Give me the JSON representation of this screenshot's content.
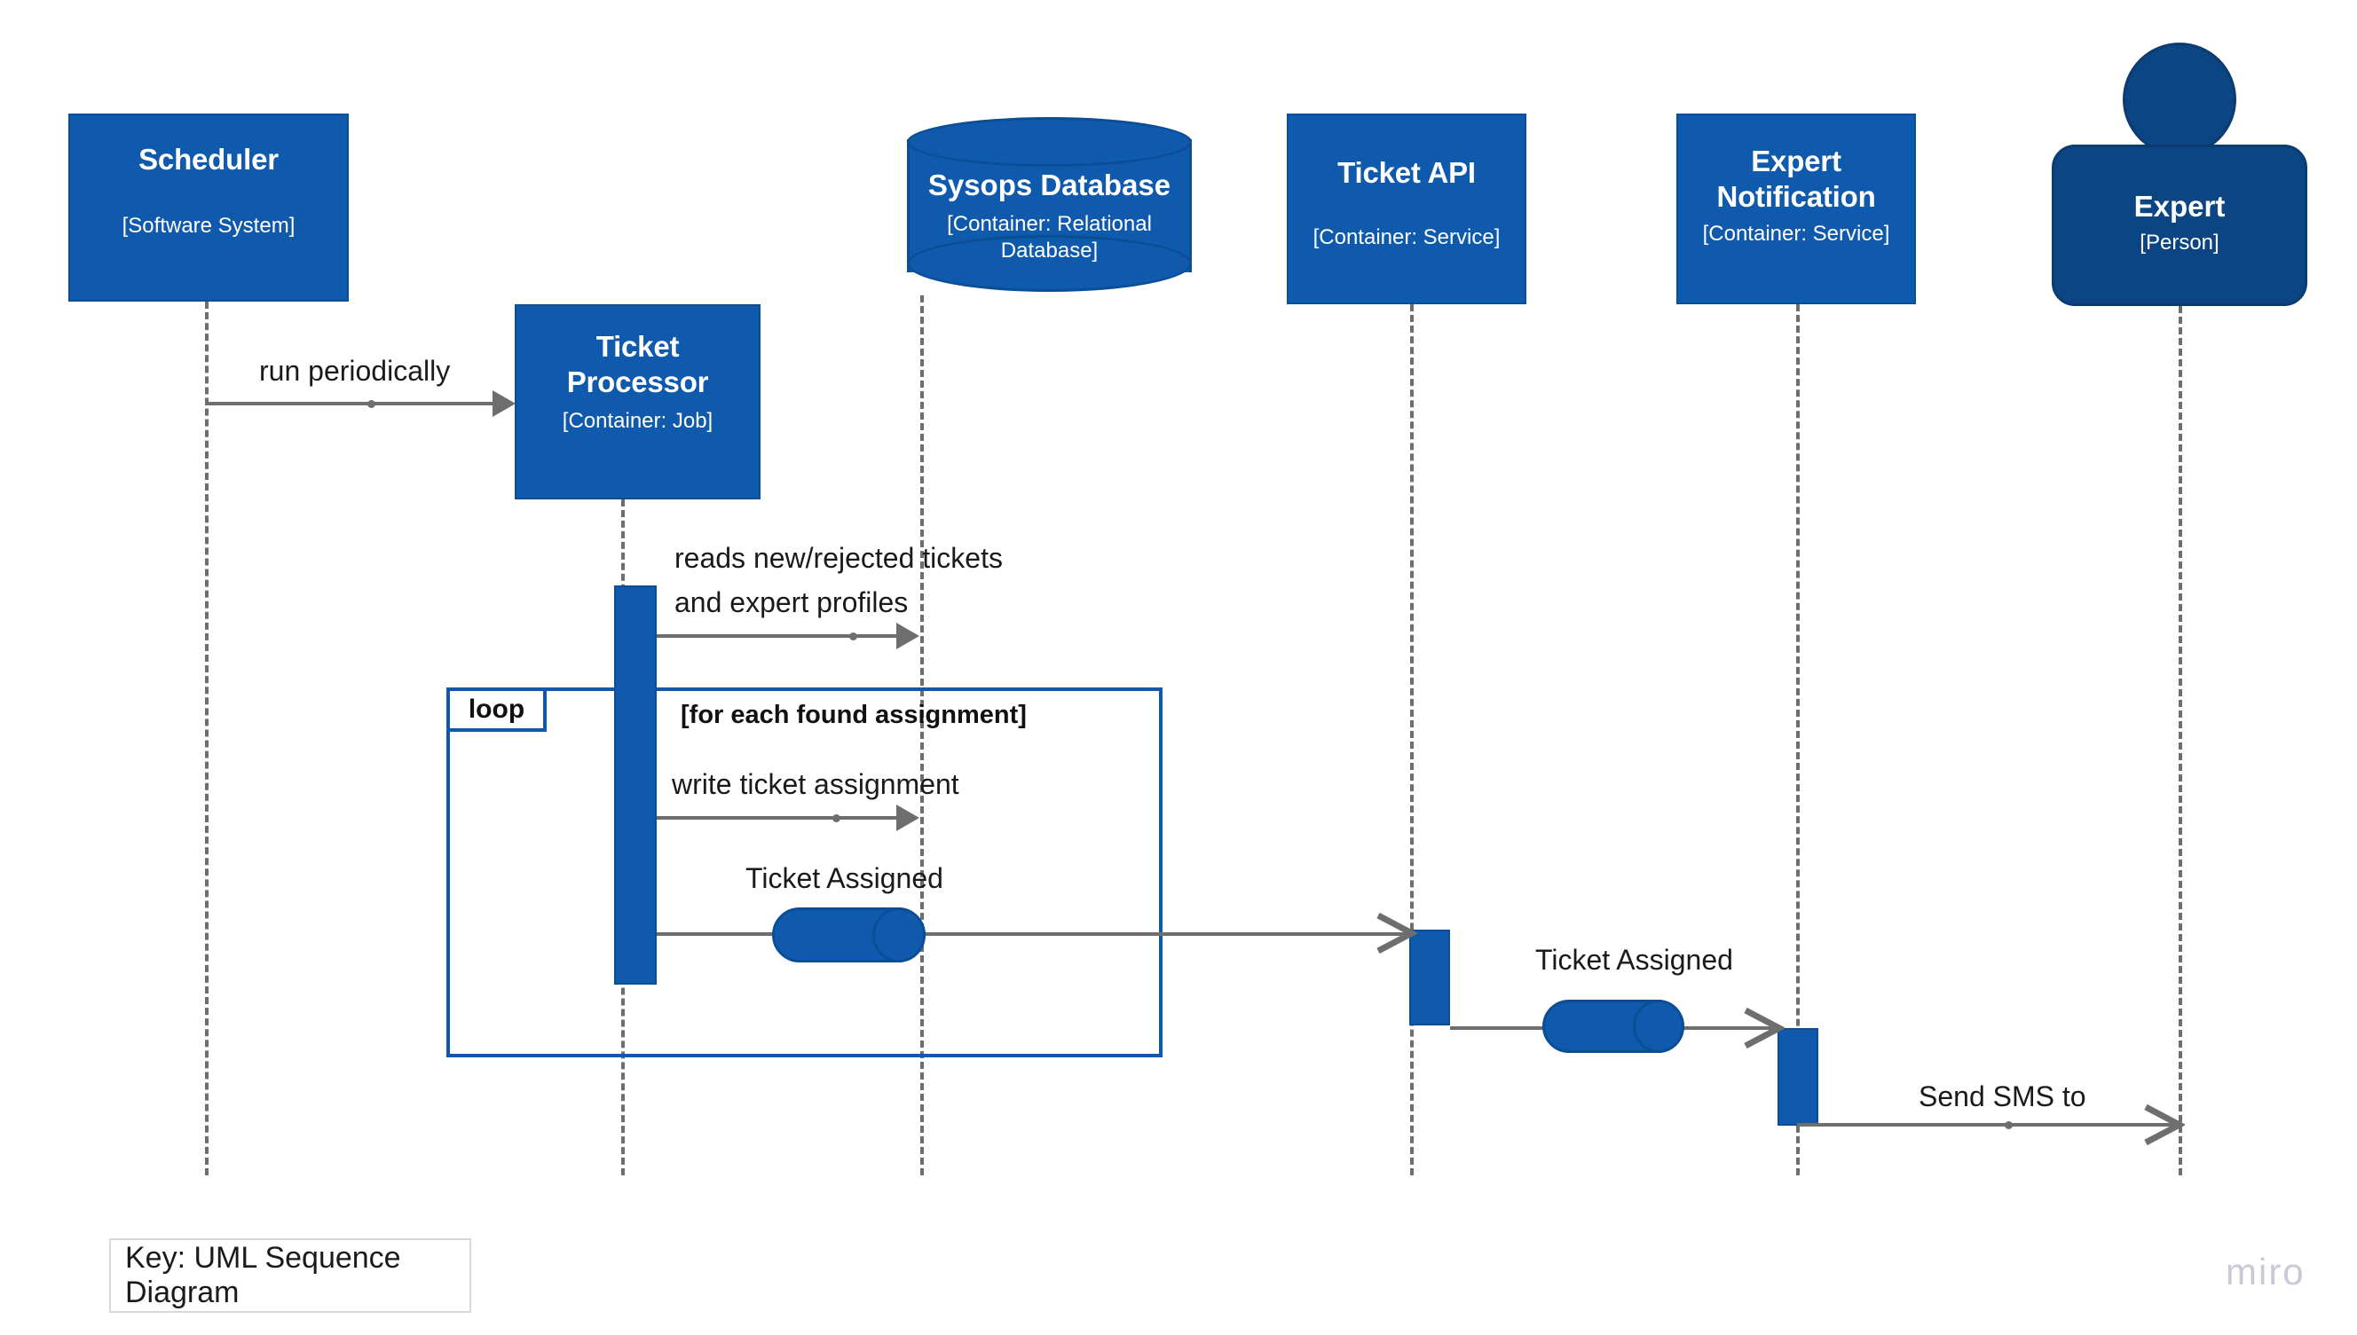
{
  "diagram": {
    "type": "UML Sequence Diagram",
    "key_label": "Key: UML Sequence Diagram",
    "watermark": "miro",
    "colors": {
      "primary_blue": "#0f5aad",
      "primary_blue_border": "#0a4e96",
      "person_navy": "#0b4583",
      "person_navy_border": "#0a3c72",
      "arrow_gray": "#6e6e6e",
      "frame_blue": "#1058ad",
      "text_dark": "#1a1a1a",
      "watermark_gray": "#c9c9d6"
    }
  },
  "participants": [
    {
      "id": "scheduler",
      "shape": "box",
      "title": "Scheduler",
      "subtitle": "[Software System]"
    },
    {
      "id": "ticket-processor",
      "shape": "box",
      "title_line1": "Ticket",
      "title_line2": "Processor",
      "subtitle": "[Container: Job]"
    },
    {
      "id": "sysops-database",
      "shape": "cylinder",
      "title": "Sysops Database",
      "subtitle_line1": "[Container: Relational",
      "subtitle_line2": "Database]"
    },
    {
      "id": "ticket-api",
      "shape": "box",
      "title": "Ticket API",
      "subtitle": "[Container: Service]"
    },
    {
      "id": "expert-notification",
      "shape": "box",
      "title_line1": "Expert",
      "title_line2": "Notification",
      "subtitle": "[Container: Service]"
    },
    {
      "id": "expert",
      "shape": "person",
      "title": "Expert",
      "subtitle": "[Person]"
    }
  ],
  "messages": [
    {
      "id": "run-periodically",
      "label": "run periodically",
      "from": "scheduler",
      "to": "ticket-processor"
    },
    {
      "id": "reads-tickets",
      "label_line1": "reads new/rejected tickets",
      "label_line2": "and expert profiles",
      "from": "ticket-processor",
      "to": "sysops-database"
    },
    {
      "id": "write-ticket-assignment",
      "label": "write ticket assignment",
      "from": "ticket-processor",
      "to": "sysops-database"
    },
    {
      "id": "ticket-assigned-1",
      "label": "Ticket Assigned",
      "from": "ticket-processor",
      "to": "ticket-api",
      "has_queue_icon": true
    },
    {
      "id": "ticket-assigned-2",
      "label": "Ticket Assigned",
      "from": "ticket-api",
      "to": "expert-notification",
      "has_queue_icon": true
    },
    {
      "id": "send-sms-to",
      "label": "Send SMS to",
      "from": "expert-notification",
      "to": "expert"
    }
  ],
  "fragments": [
    {
      "id": "loop-fragment",
      "operator": "loop",
      "guard": "[for each found assignment]"
    }
  ]
}
